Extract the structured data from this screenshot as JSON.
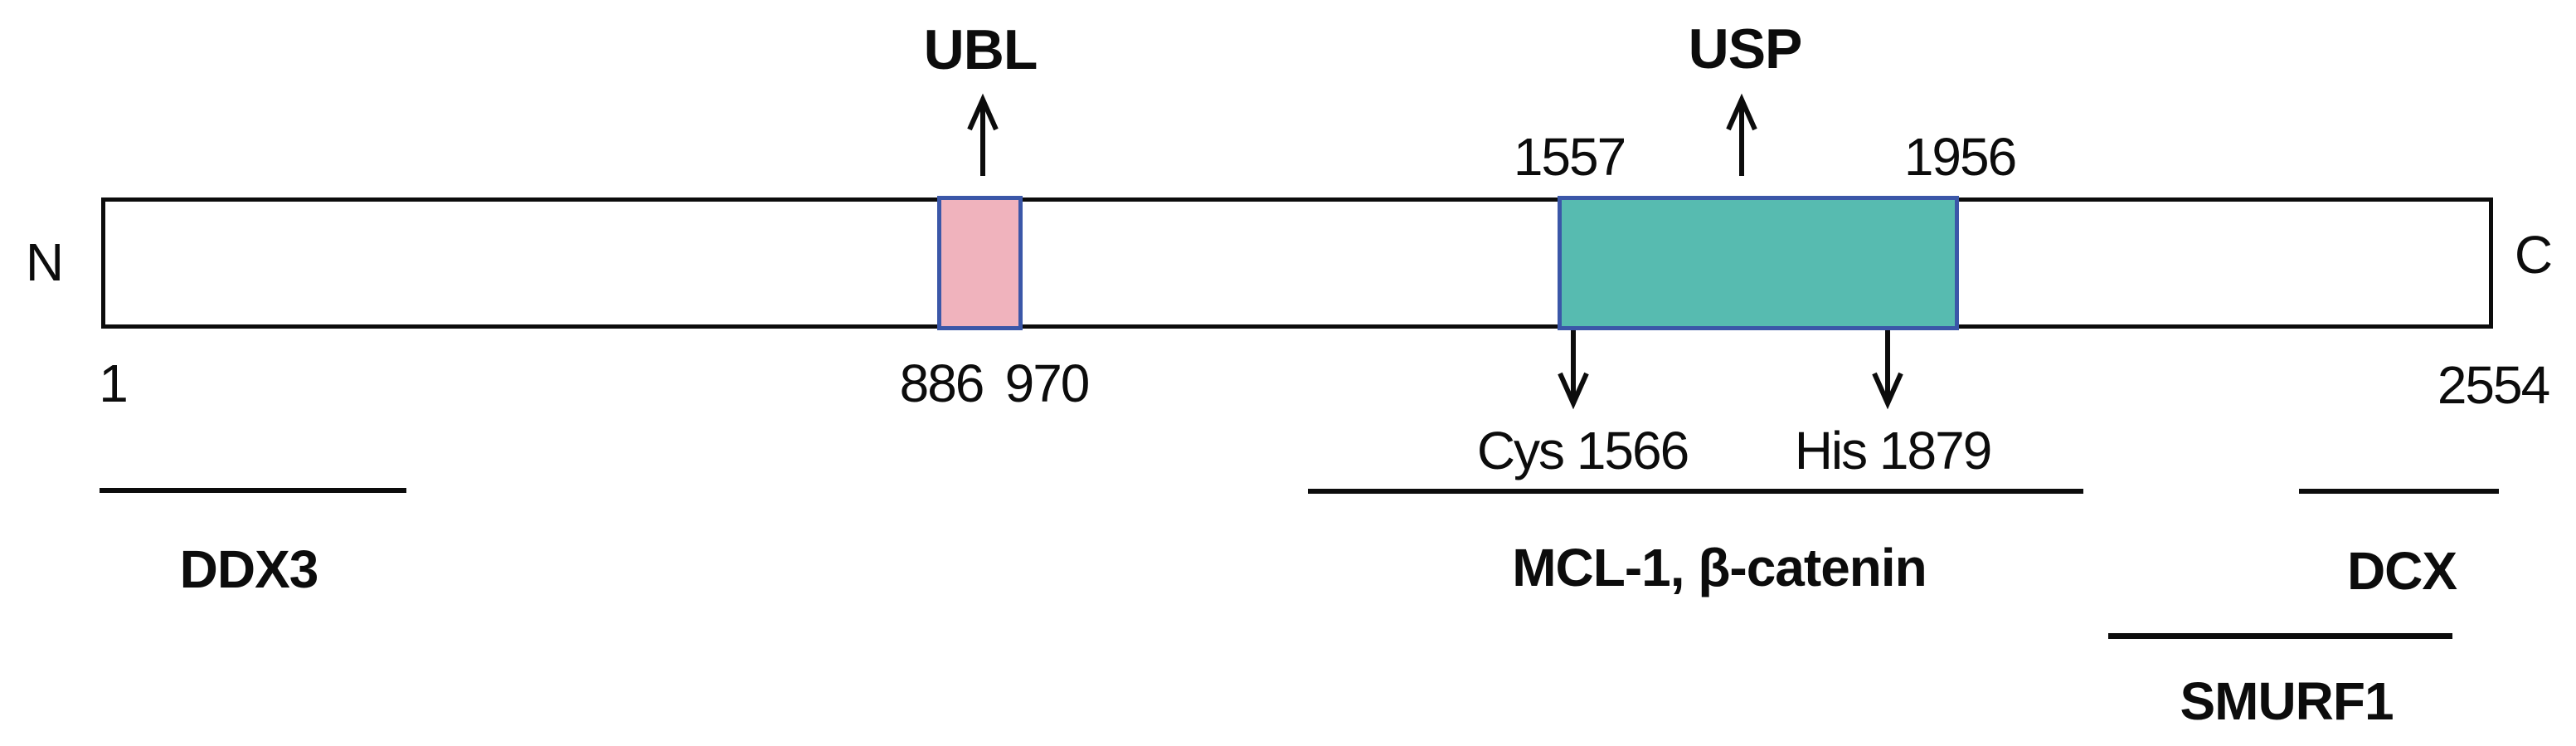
{
  "protein": {
    "n_terminus_label": "N",
    "c_terminus_label": "C",
    "start_residue": "1",
    "end_residue": "2554"
  },
  "domains": [
    {
      "name": "UBL",
      "start": "886",
      "end": "970",
      "fill": "#f0b3bd",
      "border": "#3b57a8"
    },
    {
      "name": "USP",
      "start": "1557",
      "end": "1956",
      "fill": "#57bbb0",
      "border": "#3b57a8"
    }
  ],
  "catalytic_residues": [
    {
      "label": "Cys 1566"
    },
    {
      "label": "His 1879"
    }
  ],
  "interactions": [
    {
      "label": "DDX3"
    },
    {
      "label": "MCL-1, β-catenin"
    },
    {
      "label": "DCX"
    },
    {
      "label": "SMURF1"
    }
  ],
  "colors": {
    "bar_outline": "#0c0c0c",
    "bar_fill": "#ffffff",
    "ubl_fill": "#f0b3bd",
    "usp_fill": "#57bbb0",
    "domain_border": "#3b57a8",
    "text": "#0c0c0c"
  }
}
